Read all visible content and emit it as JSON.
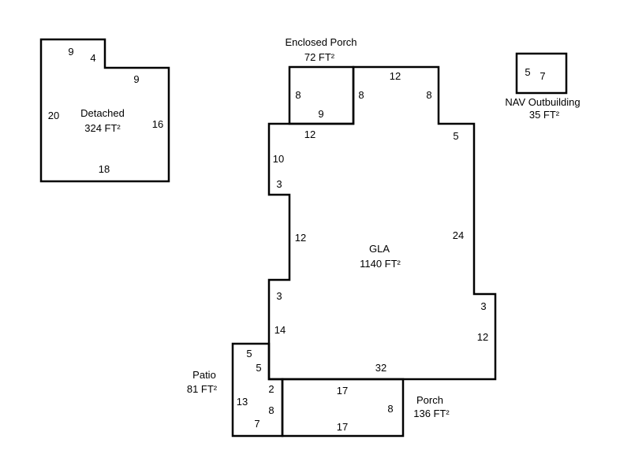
{
  "areas": {
    "detached": {
      "name": "Detached",
      "area": "324 FT²",
      "dims": [
        "9",
        "4",
        "9",
        "20",
        "16",
        "18"
      ]
    },
    "enclosed_porch": {
      "name": "Enclosed Porch",
      "area": "72 FT²",
      "dims": [
        "8",
        "9",
        "8"
      ]
    },
    "nav_outbuilding": {
      "name": "NAV Outbuilding",
      "area": "35 FT²",
      "dims": [
        "5",
        "7"
      ]
    },
    "gla": {
      "name": "GLA",
      "area": "1140 FT²",
      "dims": [
        "12",
        "8",
        "12",
        "5",
        "10",
        "3",
        "12",
        "24",
        "3",
        "14",
        "3",
        "12",
        "32"
      ]
    },
    "patio": {
      "name": "Patio",
      "area": "81 FT²",
      "dims": [
        "5",
        "5",
        "2",
        "13",
        "8",
        "7"
      ]
    },
    "porch": {
      "name": "Porch",
      "area": "136 FT²",
      "dims": [
        "17",
        "8",
        "17"
      ]
    }
  }
}
